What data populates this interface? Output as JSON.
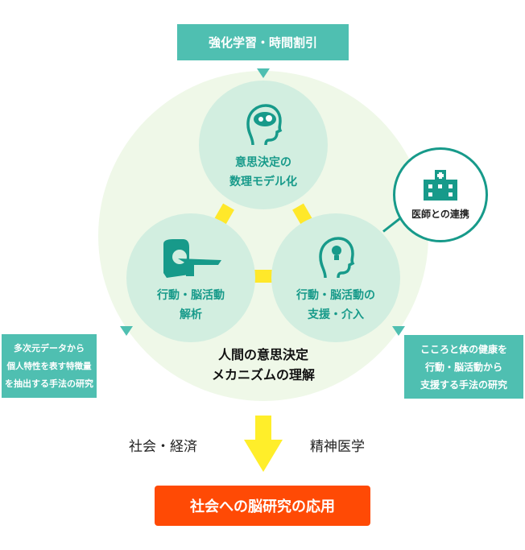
{
  "top_box": "強化学習・時間割引",
  "nodes": {
    "top": [
      "意思決定の",
      "数理モデル化"
    ],
    "left": [
      "行動・脳活動",
      "解析"
    ],
    "right": [
      "行動・脳活動の",
      "支援・介入"
    ]
  },
  "doctor": "医師との連携",
  "center_text": [
    "人間の意思決定",
    "メカニズムの理解"
  ],
  "left_box": [
    "多次元データから",
    "個人特性を表す特徴量",
    "を抽出する手法の研究"
  ],
  "right_box": [
    "こころと体の健康を",
    "行動・脳活動から",
    "支援する手法の研究"
  ],
  "label_left": "社会・経済",
  "label_right": "精神医学",
  "result": "社会への脳研究の応用",
  "colors": {
    "teal": "#4fbfb1",
    "dark_teal": "#179a8a",
    "yellow": "#ffe82a",
    "orange": "#ff4a05"
  }
}
